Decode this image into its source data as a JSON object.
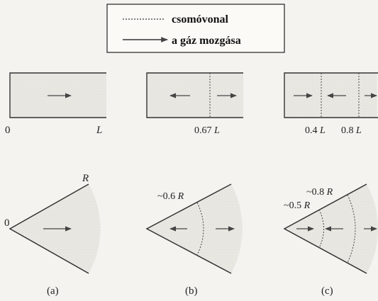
{
  "legend": {
    "node_line_label": "csomóvonal",
    "gas_motion_label": "a gáz mozgása"
  },
  "tubes": {
    "a": {
      "start_label": "0",
      "end_label": "L"
    },
    "b": {
      "node_label": "0.67",
      "unit": "L"
    },
    "c": {
      "node1_label": "0.4",
      "node2_label": "0.8",
      "unit": "L"
    }
  },
  "sectors": {
    "a": {
      "origin_label": "0",
      "radius_label": "R"
    },
    "b": {
      "node_label": "~0.6",
      "unit": "R"
    },
    "c": {
      "node1_label": "~0.5",
      "node2_label": "~0.8",
      "unit": "R"
    }
  },
  "captions": {
    "a": "(a)",
    "b": "(b)",
    "c": "(c)"
  },
  "colors": {
    "fill": "#e6e5e0",
    "stroke": "#333333",
    "arrow": "#444444"
  }
}
